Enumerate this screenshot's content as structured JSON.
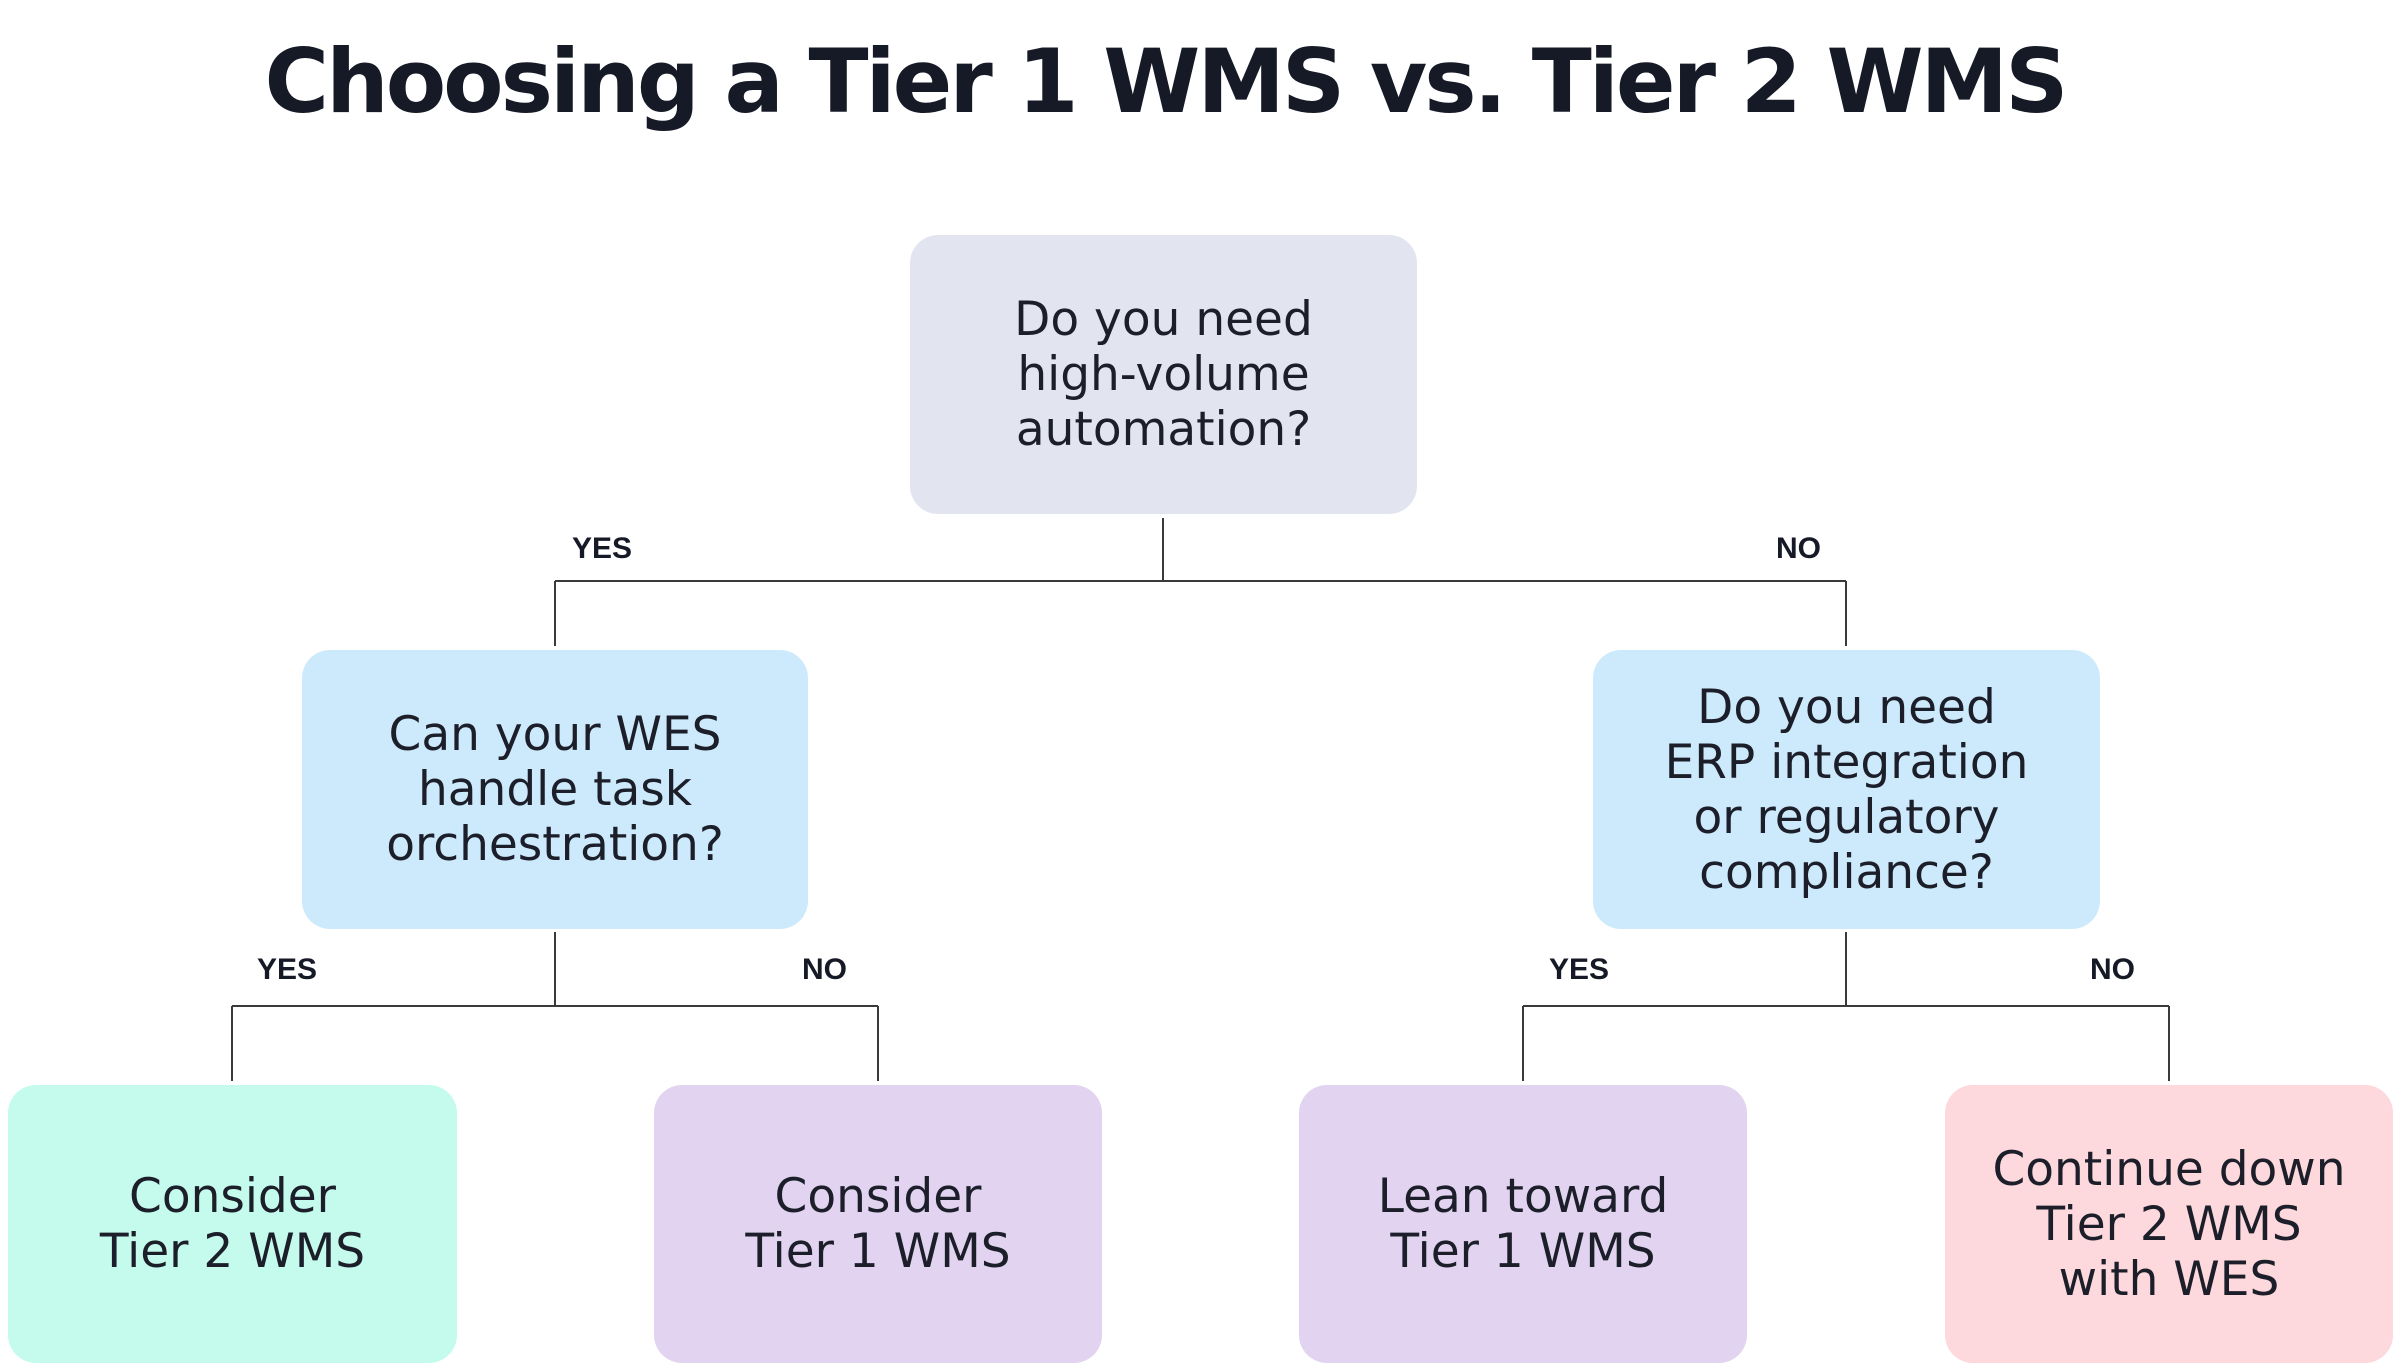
{
  "title": "Choosing a Tier 1 WMS vs. Tier 2 WMS",
  "colors": {
    "question_root": "#e2e5ef",
    "question_secondary": "#cdeafc",
    "leaf_tier2": "#c5fbec",
    "leaf_tier1": "#e2d4f1",
    "leaf_continue": "#fdd8dc"
  },
  "nodes": {
    "root": {
      "text": "Do you need\nhigh-volume\nautomation?"
    },
    "left_question": {
      "text": "Can your WES\nhandle task\norchestration?"
    },
    "right_question": {
      "text": "Do you need\nERP integration\nor regulatory\ncompliance?"
    },
    "leaf_consider_tier2": {
      "text": "Consider\nTier 2 WMS"
    },
    "leaf_consider_tier1": {
      "text": "Consider\nTier 1 WMS"
    },
    "leaf_lean_tier1": {
      "text": "Lean toward\nTier 1 WMS"
    },
    "leaf_continue_tier2": {
      "text": "Continue down\nTier 2 WMS\nwith WES"
    }
  },
  "branch_labels": {
    "root_yes": "YES",
    "root_no": "NO",
    "left_yes": "YES",
    "left_no": "NO",
    "right_yes": "YES",
    "right_no": "NO"
  }
}
